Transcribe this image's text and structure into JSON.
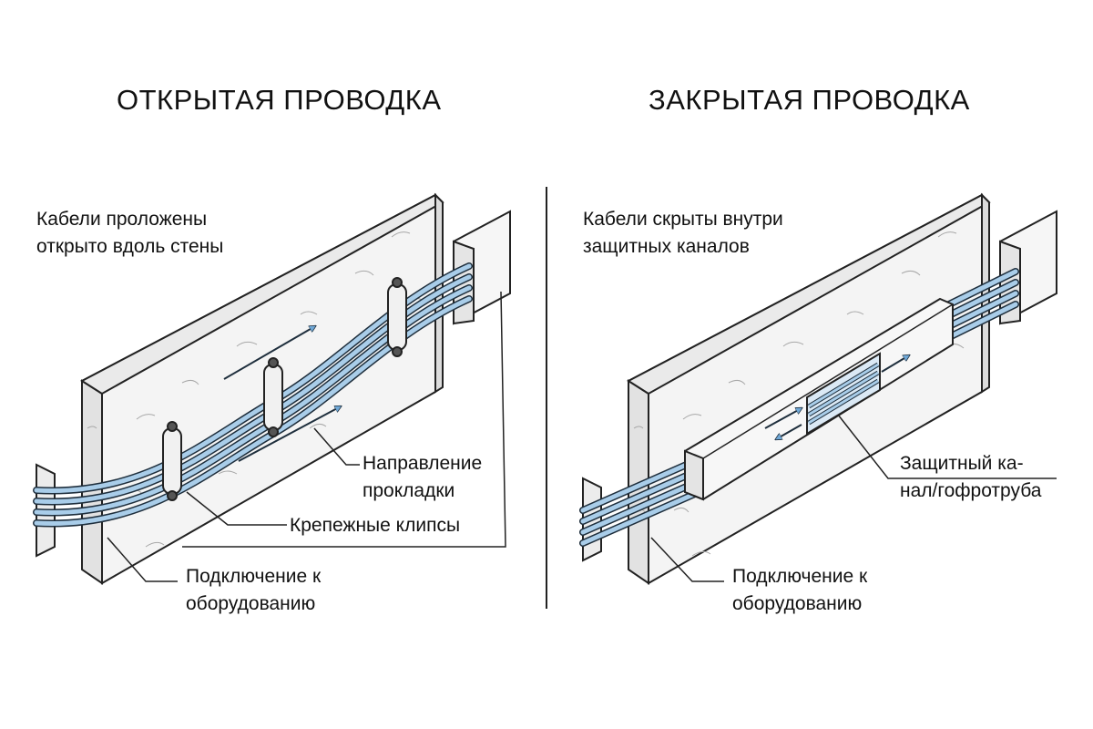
{
  "colors": {
    "cable_fill": "#a9cde9",
    "cable_stroke": "#1f2f3d",
    "wall_face": "#f4f4f4",
    "wall_side": "#e2e2e2",
    "ink": "#111111",
    "arrow": "#6fa7d6"
  },
  "left": {
    "title": "ОТКРЫТАЯ ПРОВОДКА",
    "description_lines": [
      "Кабели проложены",
      "открыто вдоль стены"
    ],
    "callout_direction": [
      "Направление",
      "прокладки"
    ],
    "callout_clips": "Крепежные клипсы",
    "callout_connection": [
      "Подключение к",
      "оборудованию"
    ]
  },
  "right": {
    "title": "ЗАКРЫТАЯ ПРОВОДКА",
    "description_lines": [
      "Кабели скрыты внутри",
      "защитных каналов"
    ],
    "callout_channel": [
      "Защитный ка-",
      "нал/гофротруба"
    ],
    "callout_connection": [
      "Подключение к",
      "оборудованию"
    ]
  },
  "icons": {
    "clip": "cable-clip-icon",
    "direction": "direction-arrow-icon"
  }
}
